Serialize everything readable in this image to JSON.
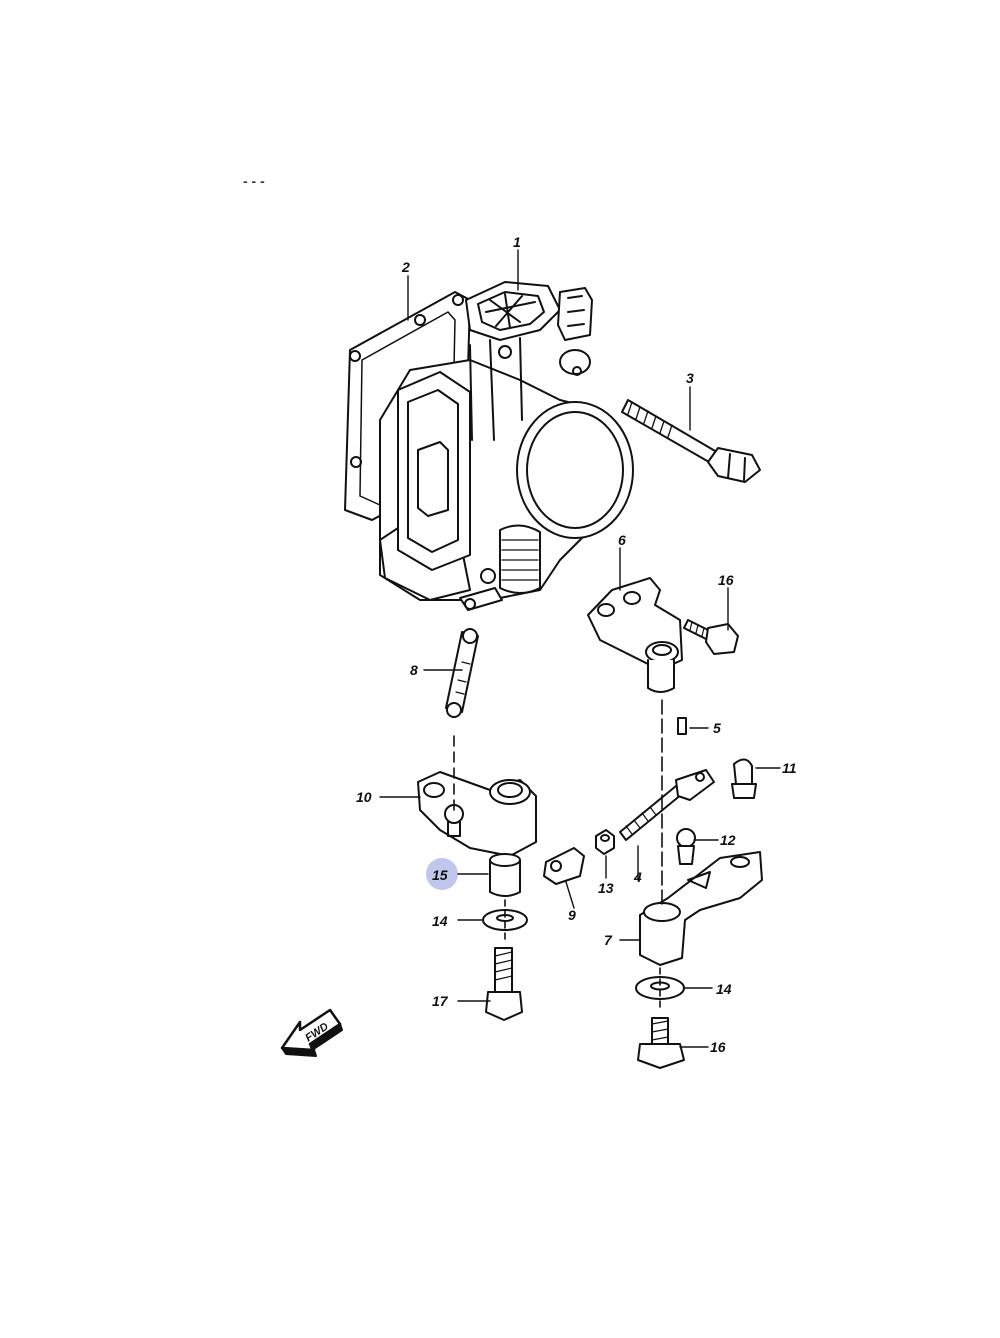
{
  "diagram": {
    "header_marks": "-  - -",
    "highlight_color": "#aab4e6",
    "callouts": [
      {
        "id": "c1",
        "label": "1"
      },
      {
        "id": "c2",
        "label": "2"
      },
      {
        "id": "c3",
        "label": "3"
      },
      {
        "id": "c4",
        "label": "4"
      },
      {
        "id": "c5",
        "label": "5"
      },
      {
        "id": "c6",
        "label": "6"
      },
      {
        "id": "c7",
        "label": "7"
      },
      {
        "id": "c8",
        "label": "8"
      },
      {
        "id": "c9",
        "label": "9"
      },
      {
        "id": "c10",
        "label": "10"
      },
      {
        "id": "c11",
        "label": "11"
      },
      {
        "id": "c12",
        "label": "12"
      },
      {
        "id": "c13",
        "label": "13"
      },
      {
        "id": "c14a",
        "label": "14"
      },
      {
        "id": "c14b",
        "label": "14"
      },
      {
        "id": "c15",
        "label": "15",
        "highlighted": true
      },
      {
        "id": "c16a",
        "label": "16"
      },
      {
        "id": "c16b",
        "label": "16"
      },
      {
        "id": "c17",
        "label": "17"
      }
    ],
    "fwd_arrow_label": "FWD",
    "icon": "fwd-arrow-icon"
  }
}
